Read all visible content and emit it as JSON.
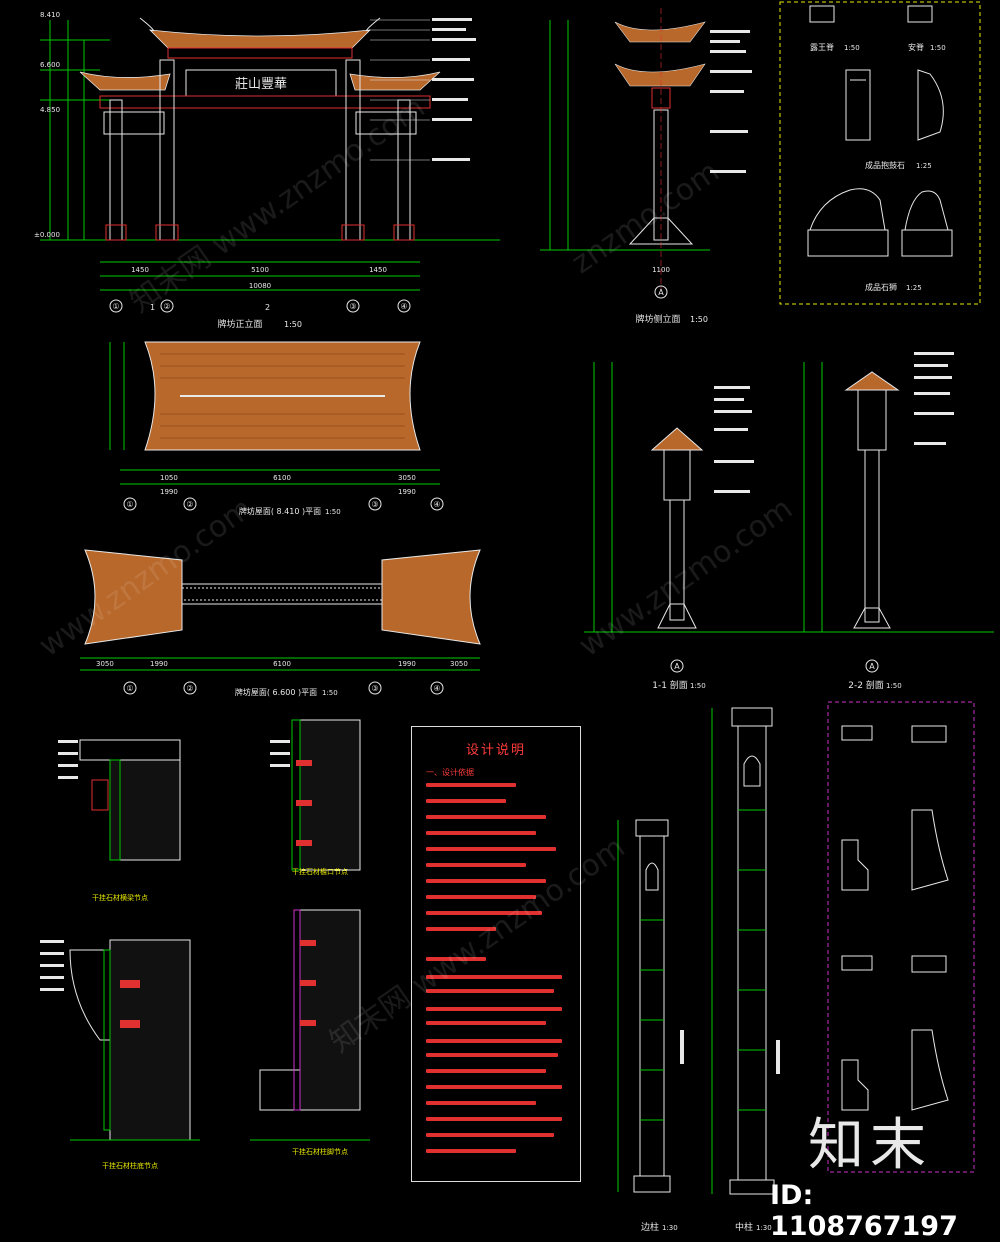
{
  "panels": {
    "front_elevation": {
      "caption": "牌坊正立面",
      "scale": "1:50",
      "plaque": "莊山豐華",
      "elev": [
        "8.410",
        "6.600",
        "4.850",
        "±0.000"
      ],
      "dims_bottom": [
        "1450",
        "5100",
        "1450",
        "10080"
      ],
      "axes": [
        "①",
        "②",
        "③",
        "④"
      ],
      "axis_groups": [
        "1",
        "2"
      ]
    },
    "side_elevation": {
      "caption": "牌坊侧立面",
      "scale": "1:50",
      "axis": "A",
      "dim": "1100"
    },
    "details_stone": {
      "labels": [
        "露王脊",
        "安脊",
        "成品抱鼓石",
        "成品石狮"
      ],
      "scales": [
        "1:50",
        "1:50",
        "1:25",
        "1:25"
      ]
    },
    "roof_plan_top": {
      "caption": "牌坊屋面( 8.410 )平面",
      "scale": "1:50",
      "dims": [
        "1050",
        "1990",
        "6100",
        "1990",
        "3050"
      ],
      "axes": [
        "①",
        "②",
        "③",
        "④"
      ]
    },
    "roof_plan_bottom": {
      "caption": "牌坊屋面( 6.600 )平面",
      "scale": "1:50",
      "dims": [
        "3050",
        "1990",
        "6100",
        "1990",
        "3050"
      ],
      "axes": [
        "①",
        "②",
        "③",
        "④"
      ]
    },
    "sections": {
      "left_caption": "1-1 剖面",
      "right_caption": "2-2 剖面",
      "scale": "1:50",
      "axis": "A"
    },
    "nodes": {
      "captions": [
        "干挂石材横梁节点",
        "干挂石材檐口节点",
        "干挂石材柱底节点",
        "干挂石材柱脚节点"
      ]
    },
    "design_notes": {
      "title": "设计说明",
      "heading": "一、设计依据"
    },
    "columns": {
      "captions": [
        "边柱",
        "中柱"
      ],
      "scale": "1:30"
    }
  },
  "watermark": {
    "texts": [
      "知末网 www.znzmo.com",
      "znzmo.com",
      "www.znzmo.com"
    ],
    "logo": "知末",
    "id_label": "ID: 1108767197"
  },
  "colors": {
    "line_green": "#00c800",
    "line_red": "#e03030",
    "line_yellow": "#e8e800",
    "line_cyan": "#00cccc",
    "line_magenta": "#cc33cc",
    "tile_orange": "#b8682a",
    "white": "#e8e8e8"
  }
}
